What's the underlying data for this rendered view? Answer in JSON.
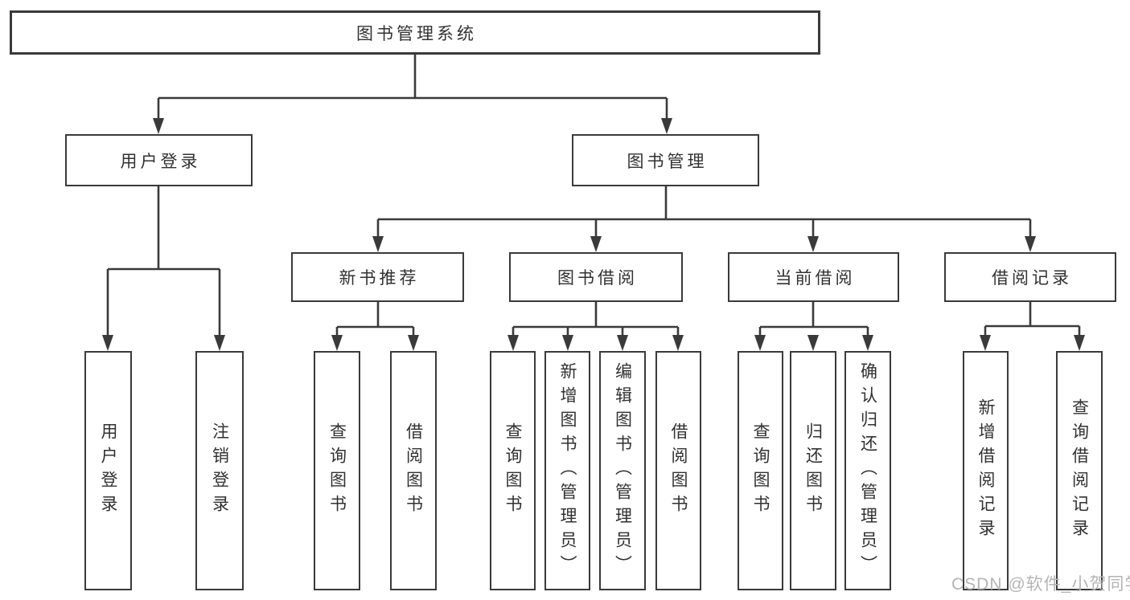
{
  "tree": {
    "root": {
      "label": "图书管理系统"
    },
    "branches": [
      {
        "label": "用户登录",
        "children": [
          {
            "label": "用户登录"
          },
          {
            "label": "注销登录"
          }
        ]
      },
      {
        "label": "图书管理",
        "children": [
          {
            "label": "新书推荐",
            "children": [
              {
                "label": "查询图书"
              },
              {
                "label": "借阅图书"
              }
            ]
          },
          {
            "label": "图书借阅",
            "children": [
              {
                "label": "查询图书"
              },
              {
                "label": "新增图书（管理员）"
              },
              {
                "label": "编辑图书（管理员）"
              },
              {
                "label": "借阅图书"
              }
            ]
          },
          {
            "label": "当前借阅",
            "children": [
              {
                "label": "查询图书"
              },
              {
                "label": "归还图书"
              },
              {
                "label": "确认归还（管理员）"
              }
            ]
          },
          {
            "label": "借阅记录",
            "children": [
              {
                "label": "新增借阅记录"
              },
              {
                "label": "查询借阅记录"
              }
            ]
          }
        ]
      }
    ]
  },
  "watermark": {
    "text": "CSDN @软件_小贺同学"
  },
  "colors": {
    "line": "#3a3a3a",
    "text": "#313131",
    "watermark": "#b4b4b4",
    "background": "#ffffff"
  }
}
